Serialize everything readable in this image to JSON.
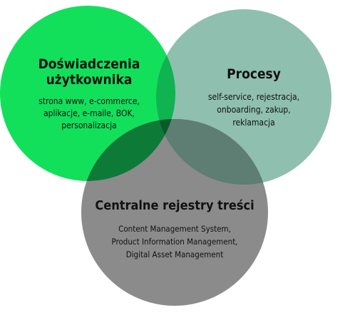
{
  "diagram": {
    "type": "venn",
    "colors": {
      "experience": "#12e05b",
      "processes": "#8fbfaf",
      "registries": "#8b8b8b",
      "overlap_experience_processes": "#0fb350",
      "overlap_experience_registries": "#0d7a37",
      "overlap_processes_registries": "#5e7d73",
      "overlap_all": "#0a5a2a"
    },
    "circles": {
      "experience": {
        "title_line1": "Doświadczenia",
        "title_line2": "użytkownika",
        "desc_line1": "strona www, e-commerce,",
        "desc_line2": "aplikacje, e-maile, BOK,",
        "desc_line3": "personalizacja"
      },
      "processes": {
        "title_line1": "Procesy",
        "desc_line1": "self-service, rejestracja,",
        "desc_line2": "onboarding, zakup,",
        "desc_line3": "reklamacja"
      },
      "registries": {
        "title_line1": "Centralne rejestry treści",
        "desc_line1": "Content Management System,",
        "desc_line2": "Product Information Management,",
        "desc_line3": "Digital Asset Management"
      }
    }
  }
}
